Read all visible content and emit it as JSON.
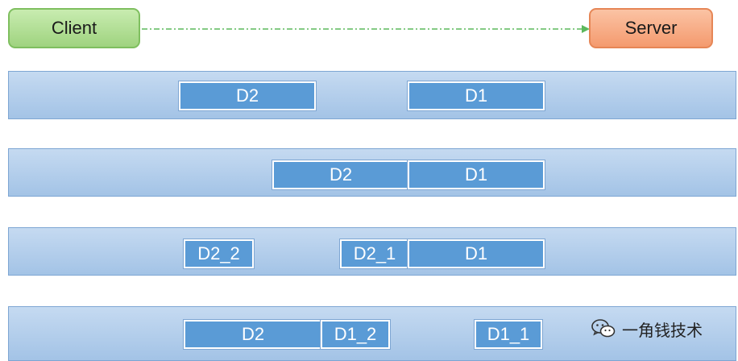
{
  "header": {
    "client_label": "Client",
    "server_label": "Server"
  },
  "colors": {
    "client_fill": "#9fd37f",
    "server_fill": "#f49a6e",
    "lane_fill": "#a3c3e6",
    "packet_fill": "#5a9bd6",
    "arrow_color": "#5cb85c"
  },
  "lanes": [
    {
      "packets": [
        "D2",
        "D1"
      ]
    },
    {
      "packets": [
        "D2",
        "D1"
      ]
    },
    {
      "packets": [
        "D2_2",
        "D2_1",
        "D1"
      ]
    },
    {
      "packets": [
        "D2",
        "D1_2",
        "D1_1"
      ]
    }
  ],
  "watermark": {
    "icon": "wechat-icon",
    "text": "一角钱技术"
  }
}
